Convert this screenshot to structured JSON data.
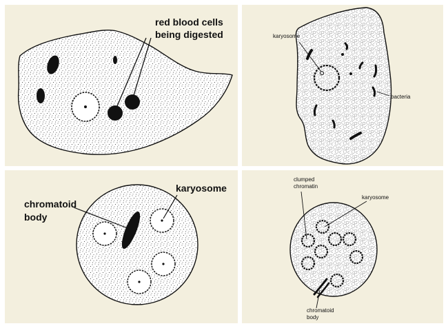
{
  "panels": {
    "top_left": {
      "label_line1": "red blood cells",
      "label_line2": "being digested"
    },
    "top_right": {
      "label_karyosome": "karyosome",
      "label_bacteria": "bacteria"
    },
    "bottom_left": {
      "label_chromatoid_line1": "chromatoid",
      "label_chromatoid_line2": "body",
      "label_karyosome": "karyosome"
    },
    "bottom_right": {
      "label_clumped_line1": "clumped",
      "label_clumped_line2": "chromatin",
      "label_karyosome": "karyosome",
      "label_chromatoid_line1": "chromatoid",
      "label_chromatoid_line2": "body"
    }
  },
  "colors": {
    "panel_background": "#f3efde",
    "cell_fill": "#ffffff",
    "ink": "#111111"
  }
}
